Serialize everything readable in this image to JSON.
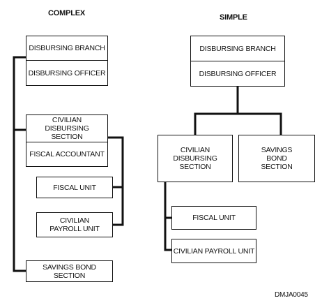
{
  "complex": {
    "heading": "COMPLEX",
    "disbursing_branch": "DISBURSING BRANCH",
    "disbursing_officer": "DISBURSING OFFICER",
    "civilian_disbursing_section": "CIVILIAN DISBURSING SECTION",
    "fiscal_accountant": "FISCAL ACCOUNTANT",
    "fiscal_unit": "FISCAL UNIT",
    "civilian_payroll_unit": "CIVILIAN PAYROLL UNIT",
    "savings_bond_section": "SAVINGS BOND SECTION"
  },
  "simple": {
    "heading": "SIMPLE",
    "disbursing_branch": "DISBURSING BRANCH",
    "disbursing_officer": "DISBURSING OFFICER",
    "civilian_disbursing_section": "CIVILIAN DISBURSING SECTION",
    "savings_bond_section": "SAVINGS BOND SECTION",
    "fiscal_unit": "FISCAL UNIT",
    "civilian_payroll_unit": "CIVILIAN PAYROLL UNIT"
  },
  "figure_id": "DMJA0045"
}
